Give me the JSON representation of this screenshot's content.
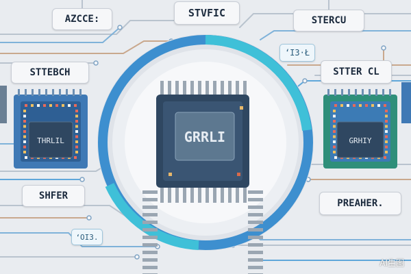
{
  "labels": {
    "top_left": "AZCCE:",
    "top_center": "STVFIC",
    "top_right": "STERCU",
    "right_small": "‘I3·Ł",
    "mid_left": "STTEBCH",
    "mid_right": "STTER CL",
    "bottom_left": "SHFER",
    "bottom_right": "PREAHER.",
    "bottom_small": "‘OI3."
  },
  "chips": {
    "center": "GRRLI",
    "left": "THRLIL",
    "right": "GRHIY"
  },
  "watermark": "AI生图",
  "colors": {
    "background": "#e9ecf0",
    "ring_blue": "#3d8fcf",
    "ring_cyan": "#3fc0d8",
    "chip_dark": "#2f4761",
    "board_blue": "#3f79b5",
    "board_green": "#2f8f7a",
    "pin_silver": "#9aa6b2"
  }
}
